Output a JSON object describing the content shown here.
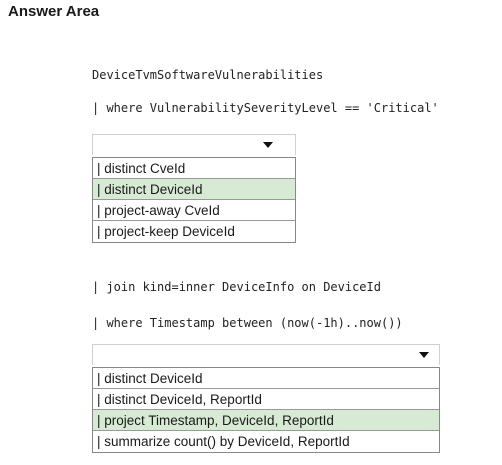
{
  "title": "Answer Area",
  "code_lines": [
    "DeviceTvmSoftwareVulnerabilities",
    "| where VulnerabilitySeverityLevel == 'Critical'",
    "| join kind=inner DeviceInfo on DeviceId",
    "| where Timestamp between (now(-1h)..now())"
  ],
  "dropdown1": {
    "options": [
      "| distinct CveId",
      "| distinct DeviceId",
      "| project-away CveId",
      "| project-keep DeviceId"
    ],
    "selected_index": 1
  },
  "dropdown2": {
    "options": [
      "| distinct DeviceId",
      "| distinct DeviceId, ReportId",
      "| project Timestamp, DeviceId, ReportId",
      "| summarize count() by DeviceId, ReportId"
    ],
    "selected_index": 2
  },
  "colors": {
    "selected": "#d7ebd4"
  }
}
